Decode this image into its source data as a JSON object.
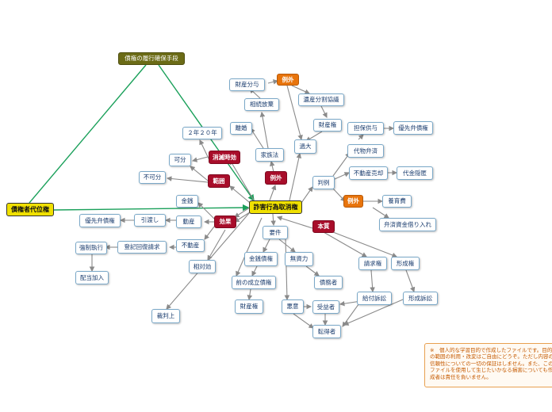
{
  "nodes": {
    "main": "詐害行為取消権",
    "daii": "債権者代位権",
    "rikou": "債権の履行確保手段",
    "reigai1": "例外",
    "zaisanbunyo": "財産分与",
    "isan": "遺産分割協議",
    "souzoku": "相続放棄",
    "zaisanken1": "財産権",
    "rikon": "離婚",
    "kazokuhou": "家族法",
    "sugi": "過大",
    "nijuunen": "２年２０年",
    "shoumetsu": "消滅時効",
    "kaka": "可分",
    "hanni": "範囲",
    "fuka": "不可分",
    "reigai2": "例外",
    "tanpo": "担保供与",
    "yuusen1": "優先弁債権",
    "daibutsu": "代物弁済",
    "hanrei": "判例",
    "fudousanbai": "不動産売却",
    "daikin": "代金隠匿",
    "reigai3": "例外",
    "yoiku": "養育費",
    "bensai": "弁済資金借り入れ",
    "kinsen": "金銭",
    "yuusen2": "優先弁債権",
    "hikiwatashi": "引渡し",
    "dousan": "動産",
    "kouka": "効果",
    "honshitsu": "本質",
    "youken": "要件",
    "kyousei": "強制執行",
    "touki": "登記回復請求",
    "fudousan": "不動産",
    "kinsensaiken": "金銭債権",
    "muryoku": "無資力",
    "haitou": "配当加入",
    "soutai": "相対効",
    "mae": "前の成立債権",
    "saimusha": "債務者",
    "seikyuu": "請求権",
    "keisei": "形成権",
    "kyuufu": "給付訴訟",
    "keiseisoshou": "形成訴訟",
    "zaisanken2": "財産権",
    "akui": "悪意",
    "jueki": "受益者",
    "saibanjou": "裁判上",
    "tentoku": "転得者"
  },
  "note": "※　個人的な学習目的で作成したファイルです。目的の範囲の利用・改変はご自由にどうぞ。ただし内容の信頼性についての一切の保証はしません。また、このファイルを使用して生じたいかなる損害についても作成者は責任を負いません。",
  "colors": {
    "edge": "#8a8a8a",
    "edge_green": "#1aa05a",
    "red": "#a80d2a",
    "orange": "#e8740c",
    "yellow": "#f0e000",
    "olive": "#6b6b16"
  }
}
